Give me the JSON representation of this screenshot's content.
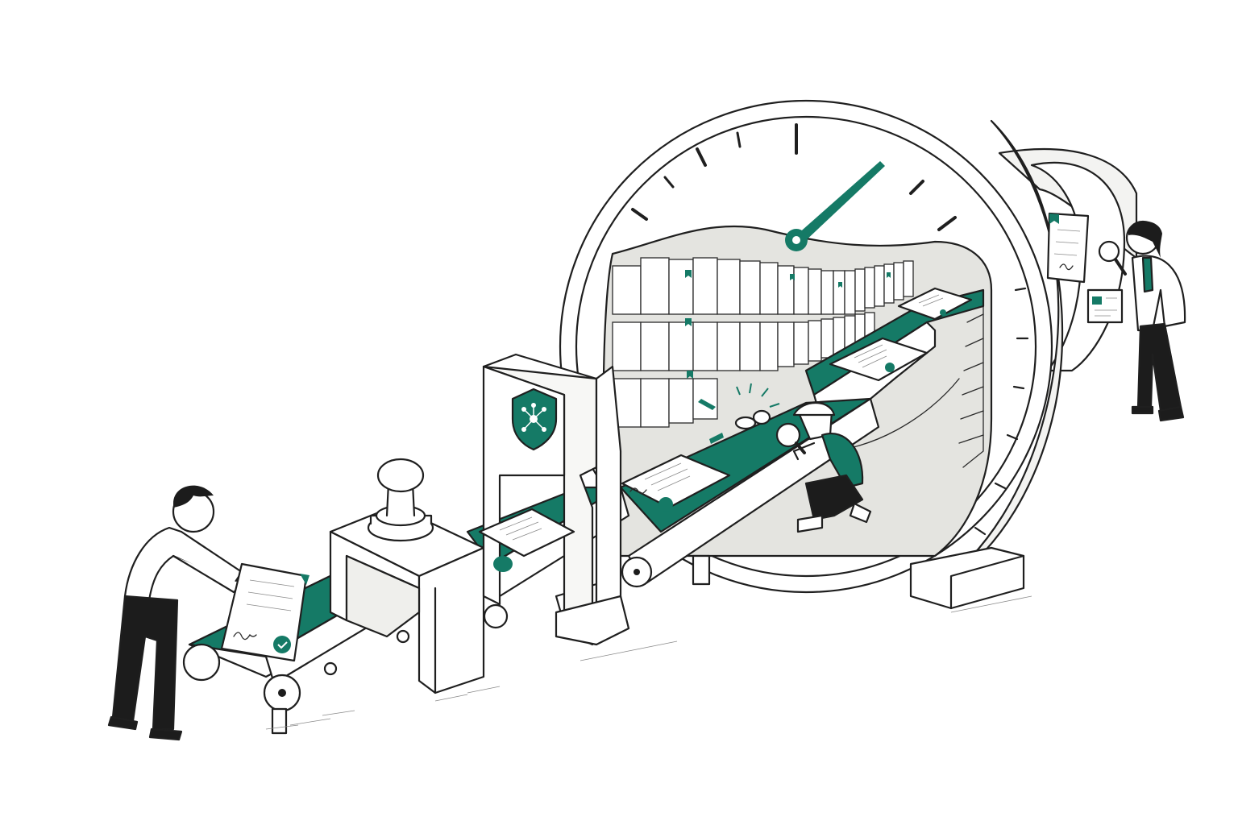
{
  "scene": {
    "type": "illustration",
    "style": "hand-drawn line art with teal accent",
    "colors": {
      "ink": "#1f1f1f",
      "accent": "#157a66",
      "paper": "#ffffff",
      "shade": "#e4e4e0"
    },
    "icons": [
      "shield-network-icon",
      "checkmark-icon",
      "signature-icon",
      "magnifying-glass-icon",
      "chain-link-icon",
      "rubber-stamp-icon",
      "clock-gauge-icon"
    ],
    "figures": [
      "worker-placing-document",
      "worker-kneeling-with-magnifier",
      "inspector-with-magnifier"
    ]
  }
}
